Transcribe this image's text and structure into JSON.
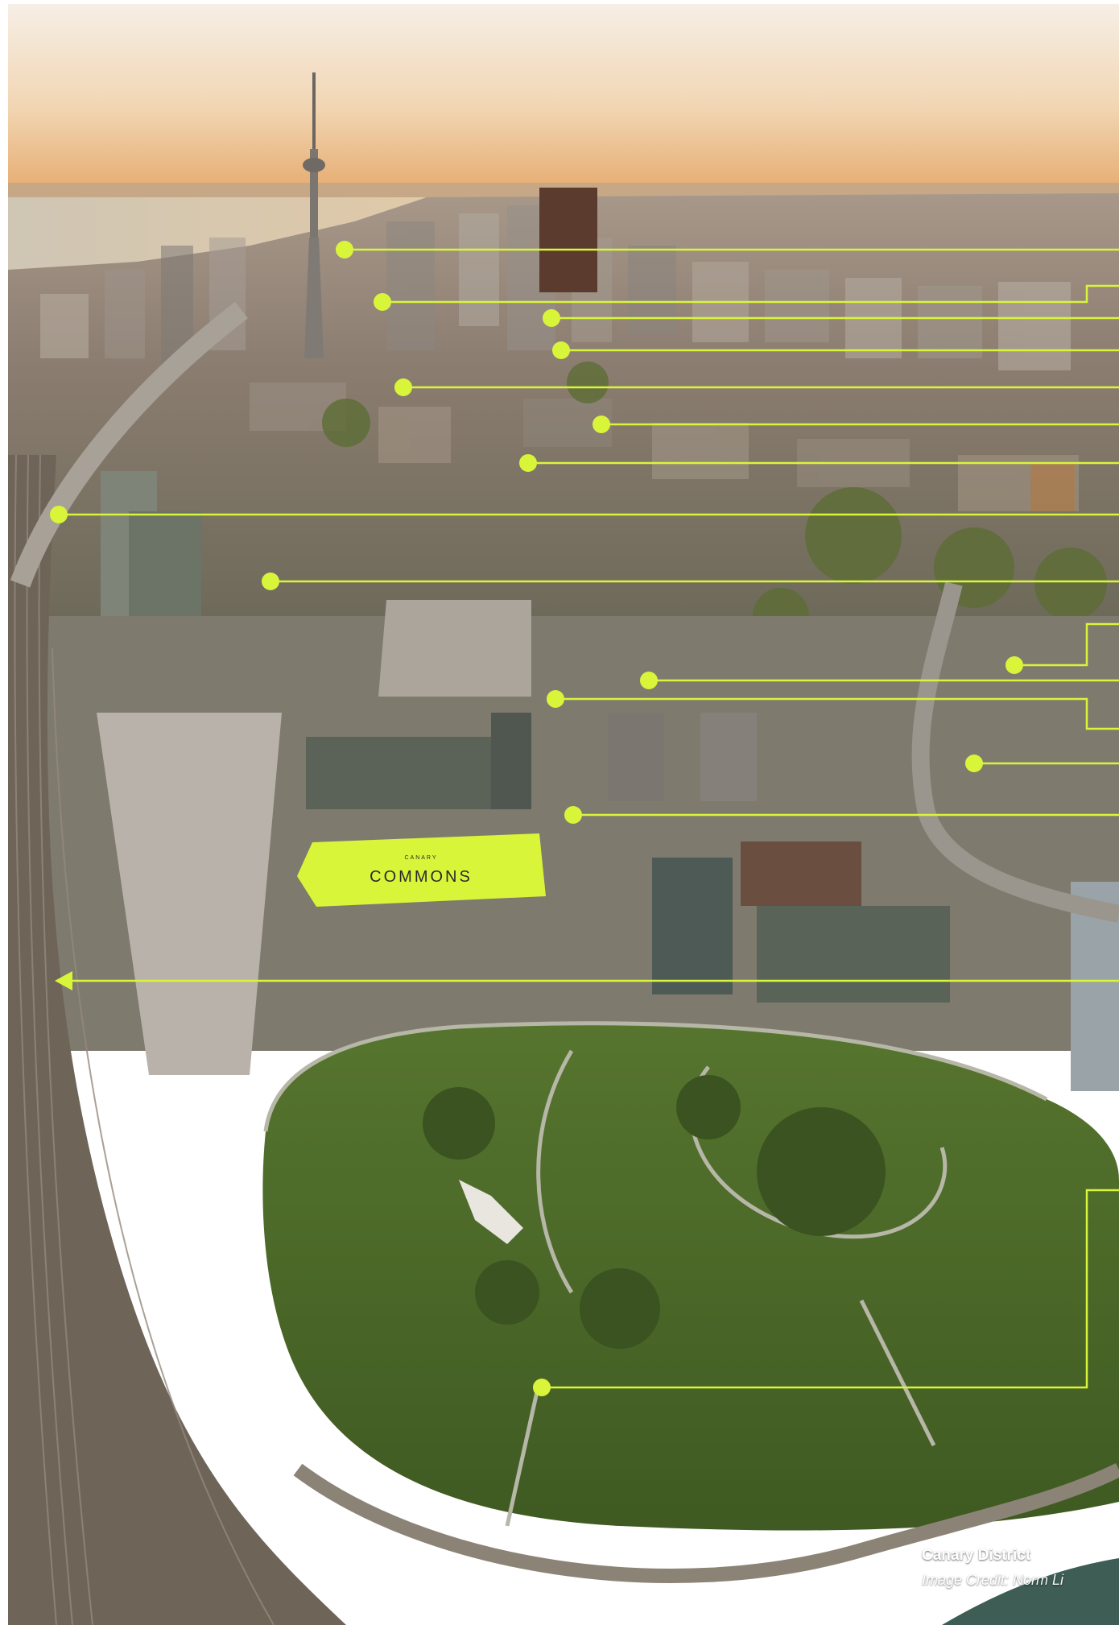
{
  "colors": {
    "accent": "#d9f53a",
    "sky_top": "#f3e8d8",
    "sky_horizon": "#e8b77d",
    "lake": "#c9c2b3",
    "city": "#8c8278",
    "lot": "#b8b3ab",
    "park": "#4f6f2b",
    "rail": "#6f6458",
    "label_text": "#2b2b2b"
  },
  "landmark_label": {
    "small": "CANARY",
    "large": "COMMONS"
  },
  "caption": {
    "title": "Canary District",
    "credit": "Image Credit: Norm Li"
  },
  "callouts": [
    {
      "name": "callout-marker-1",
      "type": "dot"
    },
    {
      "name": "callout-marker-2",
      "type": "dot"
    },
    {
      "name": "callout-marker-3",
      "type": "dot"
    },
    {
      "name": "callout-marker-4",
      "type": "dot"
    },
    {
      "name": "callout-marker-5",
      "type": "dot"
    },
    {
      "name": "callout-marker-6",
      "type": "dot"
    },
    {
      "name": "callout-marker-7",
      "type": "dot"
    },
    {
      "name": "callout-marker-8",
      "type": "dot"
    },
    {
      "name": "callout-marker-9",
      "type": "dot"
    },
    {
      "name": "callout-marker-10",
      "type": "dot"
    },
    {
      "name": "callout-marker-11",
      "type": "dot"
    },
    {
      "name": "callout-marker-12",
      "type": "dot"
    },
    {
      "name": "callout-marker-13",
      "type": "dot"
    },
    {
      "name": "callout-marker-14",
      "type": "dot"
    },
    {
      "name": "callout-marker-15",
      "type": "dot"
    },
    {
      "name": "callout-marker-16",
      "type": "arrow"
    },
    {
      "name": "callout-marker-17",
      "type": "dot"
    }
  ]
}
